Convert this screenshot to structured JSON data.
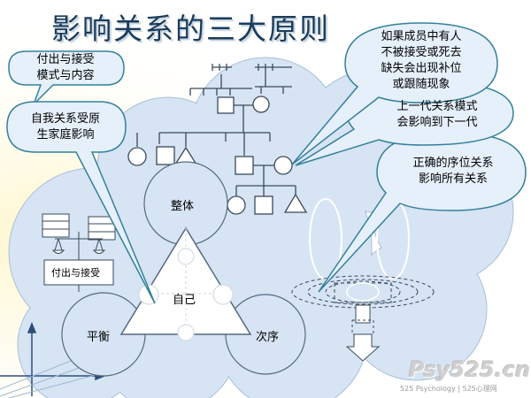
{
  "title": "影响关系的三大原则",
  "bubbles": {
    "give_receive": [
      "付出与接受",
      "模式与内容"
    ],
    "family_of_origin": [
      "自我关系受原",
      "生家庭影响"
    ],
    "missing_member": [
      "如果成员中有人",
      "不被接受或死去",
      "缺失会出现补位",
      "或跟随现象"
    ],
    "generation": [
      "上一代关系模式",
      "会影响到下一代"
    ],
    "order": [
      "正确的序位关系",
      "影响所有关系"
    ]
  },
  "nodes": {
    "whole": "整体",
    "self": "自己",
    "balance": "平衡",
    "order": "次序"
  },
  "scale_label": "付出与接受",
  "watermark": "Psy525.cn",
  "footer": "525 Psychology | 525心理网",
  "colors": {
    "title": "#1a3c5c",
    "bubble_fill": "#e6f0fa",
    "bubble_stroke": "#34809a",
    "cloud_fill": "#d6e4f4",
    "line": "#3a4a5a"
  }
}
